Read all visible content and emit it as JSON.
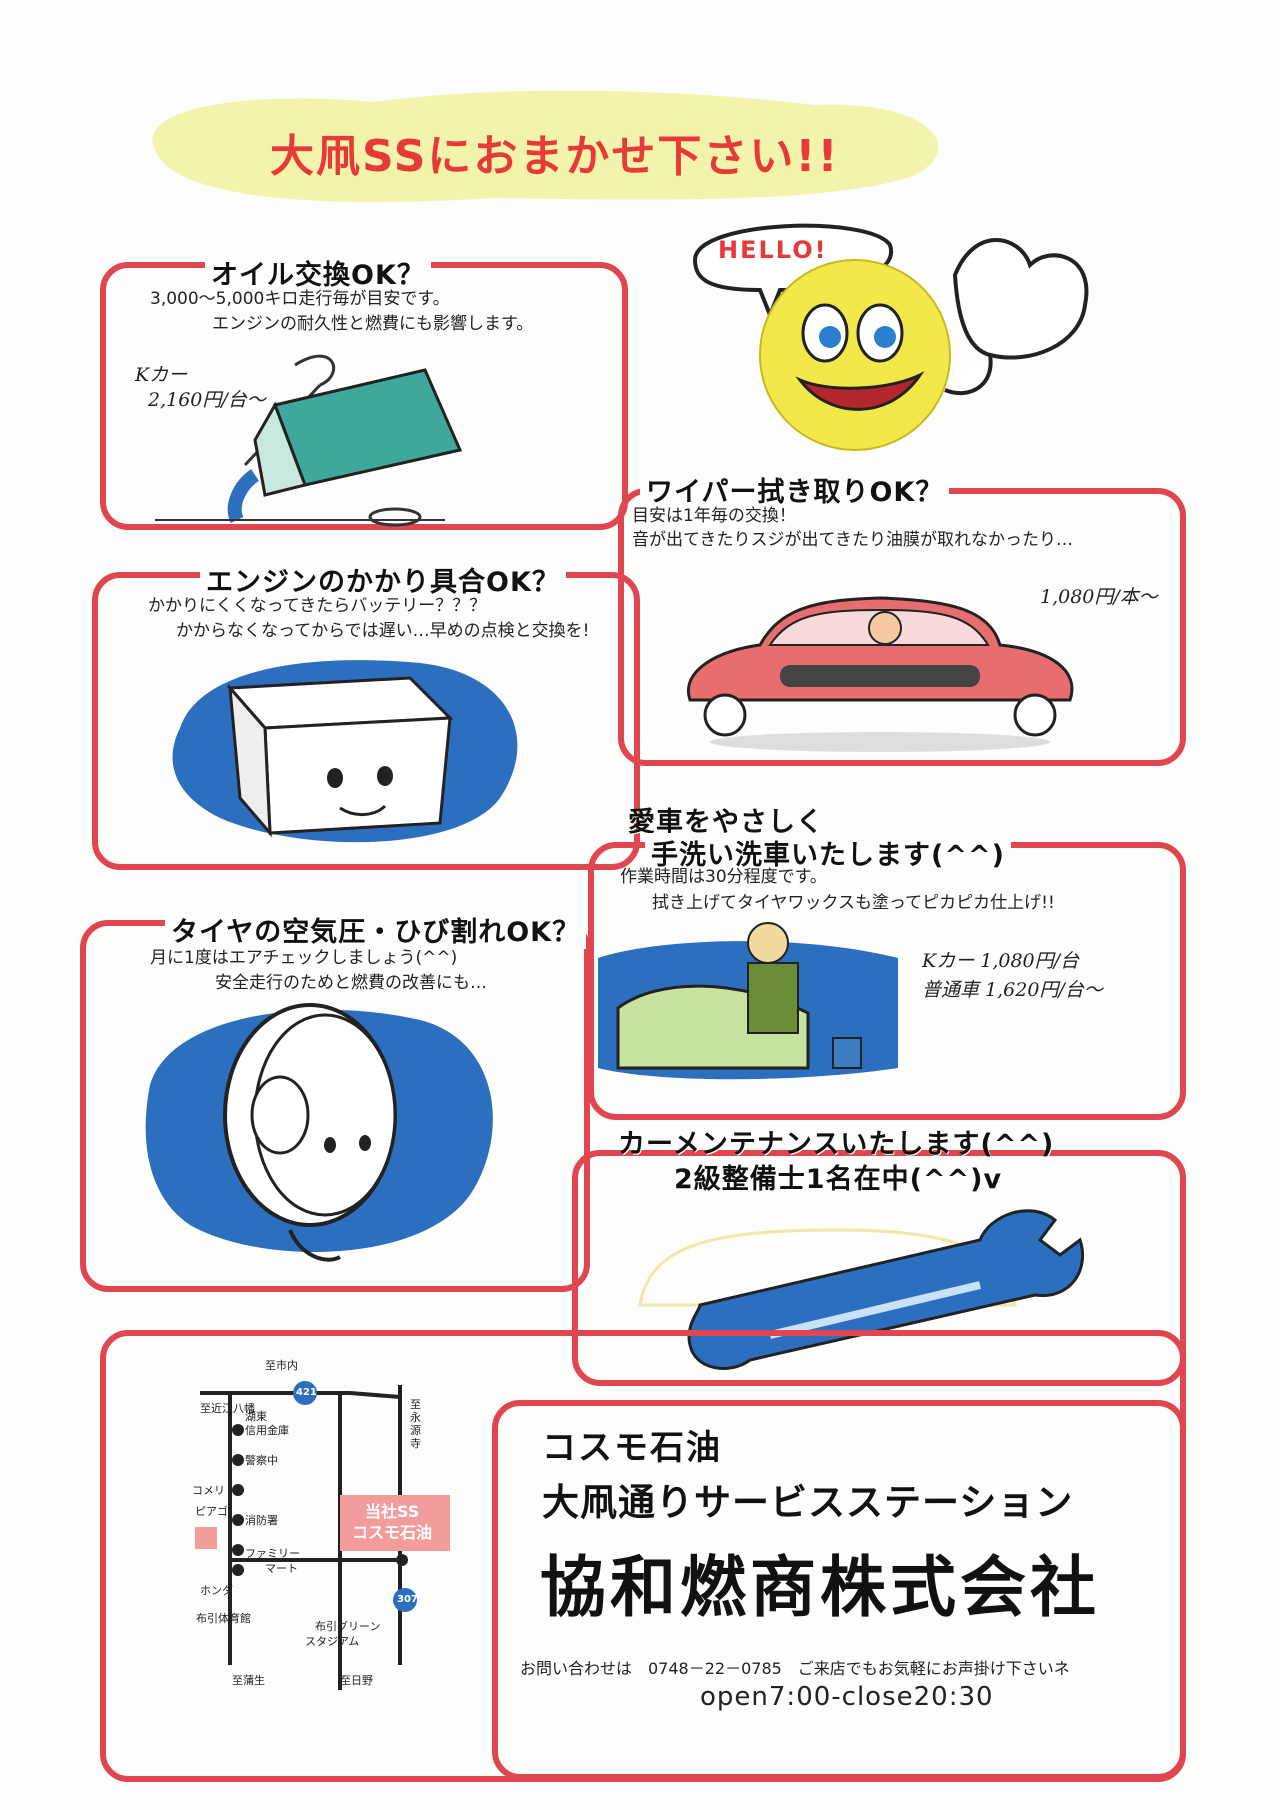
{
  "title": "大凧SSにおまかせ下さい!!",
  "bubble": "HELLO!",
  "oil": {
    "heading": "オイル交換OK？",
    "lines": [
      "3,000～5,000キロ走行毎が目安です。",
      "エンジンの耐久性と燃費にも影響します。"
    ],
    "price_line1": "Kカー",
    "price_line2": "2,160円/台～"
  },
  "wiper": {
    "heading": "ワイパー拭き取りOK？",
    "lines": [
      "目安は1年毎の交換！",
      "音が出てきたりスジが出てきたり油膜が取れなかったり…"
    ],
    "price": "1,080円/本～"
  },
  "engine": {
    "heading": "エンジンのかかり具合OK？",
    "lines": [
      "かかりにくくなってきたらバッテリー？？？",
      "かからなくなってからでは遅い…早めの点検と交換を!"
    ]
  },
  "wash": {
    "heading1": "愛車をやさしく",
    "heading2": "手洗い洗車いたします(^^)",
    "lines": [
      "作業時間は30分程度です。",
      "拭き上げてタイヤワックスも塗ってピカピカ仕上げ!!"
    ],
    "price1": "Kカー 1,080円/台",
    "price2": "普通車 1,620円/台～"
  },
  "tire": {
    "heading": "タイヤの空気圧・ひび割れOK？",
    "lines": [
      "月に1度はエアチェックしましょう(^^)",
      "安全走行のためと燃費の改善にも…"
    ]
  },
  "maintenance": {
    "heading1": "カーメンテナンスいたします(^^)",
    "heading2": "2級整備士1名在中(^^)v"
  },
  "map": {
    "labels": {
      "north": "至市内",
      "oumi": "至近江八幡",
      "eigenji": "至永源寺",
      "bank1": "湖東",
      "bank2": "信用金庫",
      "police": "警察中",
      "komeri": "コメリ",
      "piago": "ピアゴ",
      "fire": "消防署",
      "family1": "ファミリー",
      "family2": "マート",
      "honda": "ホンダ",
      "gym": "布引体育館",
      "green1": "布引グリーン",
      "green2": "スタジアム",
      "gamo": "至蒲生",
      "hino": "至日野",
      "route421": "421",
      "route307": "307"
    },
    "ss_line1": "当社SS",
    "ss_line2": "コスモ石油"
  },
  "company": {
    "brand": "コスモ石油",
    "station": "大凧通りサービスステーション",
    "name": "協和燃商株式会社",
    "contact": "お問い合わせは　0748－22－0785　ご来店でもお気軽にお声掛け下さいネ",
    "hours": "open7:00-close20:30"
  },
  "colors": {
    "border": "#e0464f",
    "title": "#e63a3a",
    "banner": "#f3f3a0",
    "blue": "#2d6fbf"
  }
}
